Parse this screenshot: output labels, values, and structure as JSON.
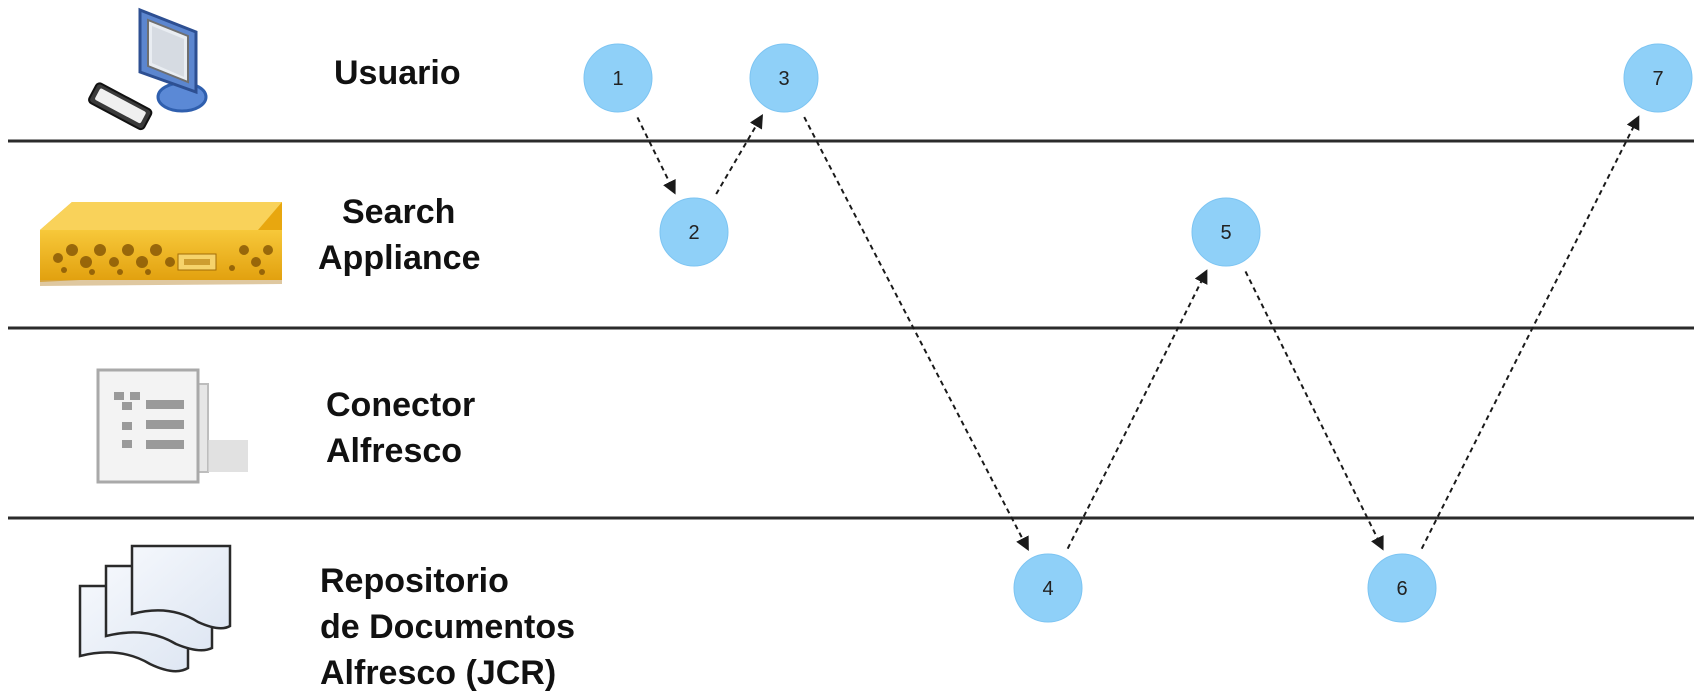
{
  "lanes": [
    {
      "id": "usuario",
      "label_lines": [
        "Usuario"
      ],
      "icon": "computer-icon"
    },
    {
      "id": "search-appliance",
      "label_lines": [
        "Search",
        "Appliance"
      ],
      "icon": "search-appliance-device-icon"
    },
    {
      "id": "conector",
      "label_lines": [
        "Conector",
        "Alfresco"
      ],
      "icon": "connector-document-icon"
    },
    {
      "id": "repositorio",
      "label_lines": [
        "Repositorio",
        "de Documentos",
        "Alfresco (JCR)"
      ],
      "icon": "document-stack-icon"
    }
  ],
  "steps": [
    {
      "label": "1",
      "lane": "usuario"
    },
    {
      "label": "2",
      "lane": "search-appliance"
    },
    {
      "label": "3",
      "lane": "usuario"
    },
    {
      "label": "4",
      "lane": "repositorio"
    },
    {
      "label": "5",
      "lane": "search-appliance"
    },
    {
      "label": "6",
      "lane": "repositorio"
    },
    {
      "label": "7",
      "lane": "usuario"
    }
  ],
  "flows": [
    {
      "from": "1",
      "to": "2"
    },
    {
      "from": "2",
      "to": "3"
    },
    {
      "from": "3",
      "to": "4"
    },
    {
      "from": "4",
      "to": "5"
    },
    {
      "from": "5",
      "to": "6"
    },
    {
      "from": "6",
      "to": "7"
    }
  ],
  "colors": {
    "node_fill": "#8fd0f8",
    "node_stroke": "#7cc4f2",
    "separator": "#2b2b2b",
    "arrow": "#1a1a1a",
    "appliance_body": "#f2b61a",
    "monitor_blue": "#4a7fd0"
  }
}
